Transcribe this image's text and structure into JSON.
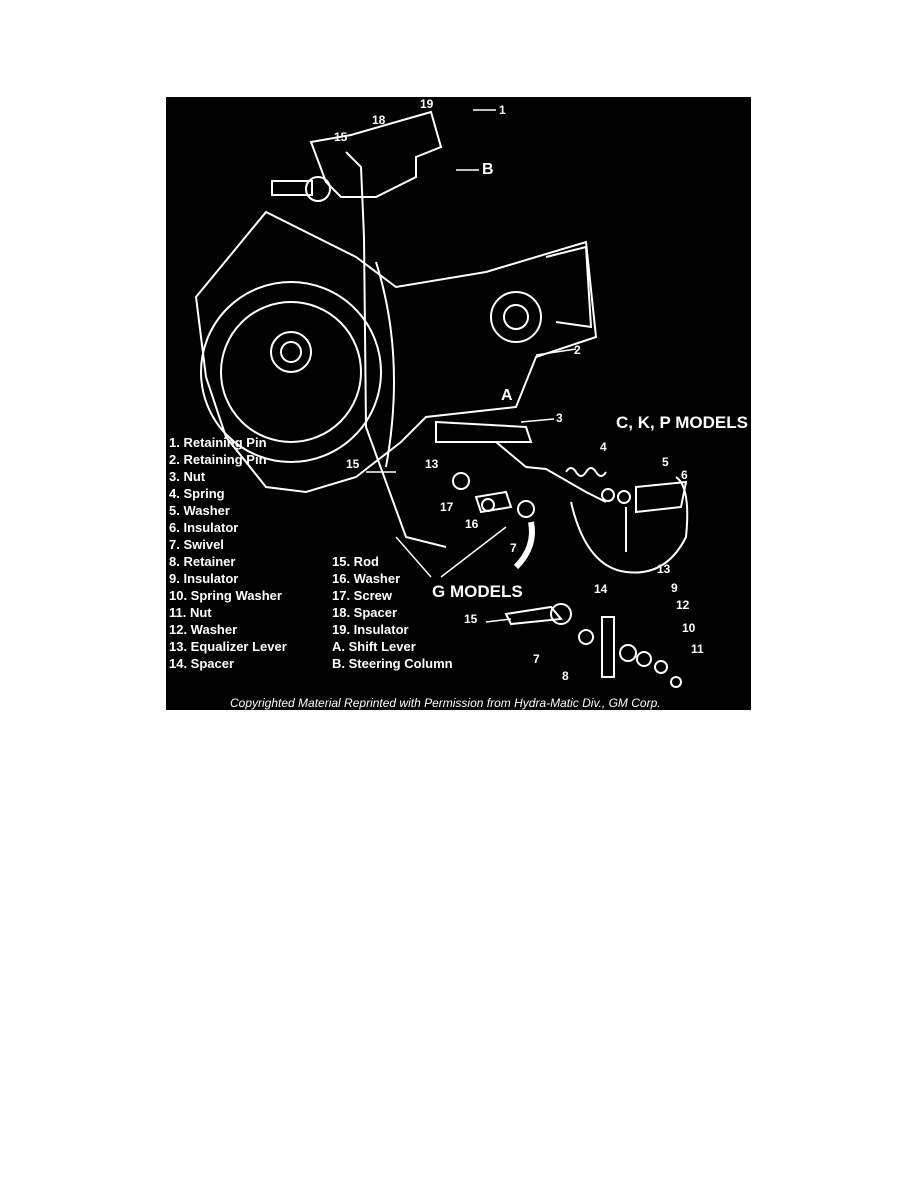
{
  "figure": {
    "callouts": {
      "c19": "19",
      "c1": "1",
      "c18": "18",
      "c15a": "15",
      "cB": "B",
      "c2": "2",
      "cA": "A",
      "c3": "3",
      "c4": "4",
      "c15b": "15",
      "c13a": "13",
      "c5": "5",
      "c6": "6",
      "c17": "17",
      "c16": "16",
      "c7a": "7",
      "c15c": "15",
      "c14": "14",
      "c13b": "13",
      "c9": "9",
      "c12": "12",
      "c10": "10",
      "c11": "11",
      "c7b": "7",
      "c8": "8"
    },
    "model_ckp": "C, K, P MODELS",
    "model_g": "G MODELS",
    "legend_left": [
      "1. Retaining Pin",
      "2. Retaining Pin",
      "3. Nut",
      "4. Spring",
      "5. Washer",
      "6. Insulator",
      "7. Swivel",
      "8. Retainer",
      "9. Insulator",
      "10. Spring Washer",
      "11. Nut",
      "12. Washer",
      "13. Equalizer Lever",
      "14. Spacer"
    ],
    "legend_right": [
      "15. Rod",
      "16. Washer",
      "17. Screw",
      "18. Spacer",
      "19. Insulator",
      "A. Shift Lever",
      "B. Steering Column"
    ],
    "copyright": "Copyrighted Material Reprinted with Permission from Hydra-Matic Div., GM Corp."
  }
}
